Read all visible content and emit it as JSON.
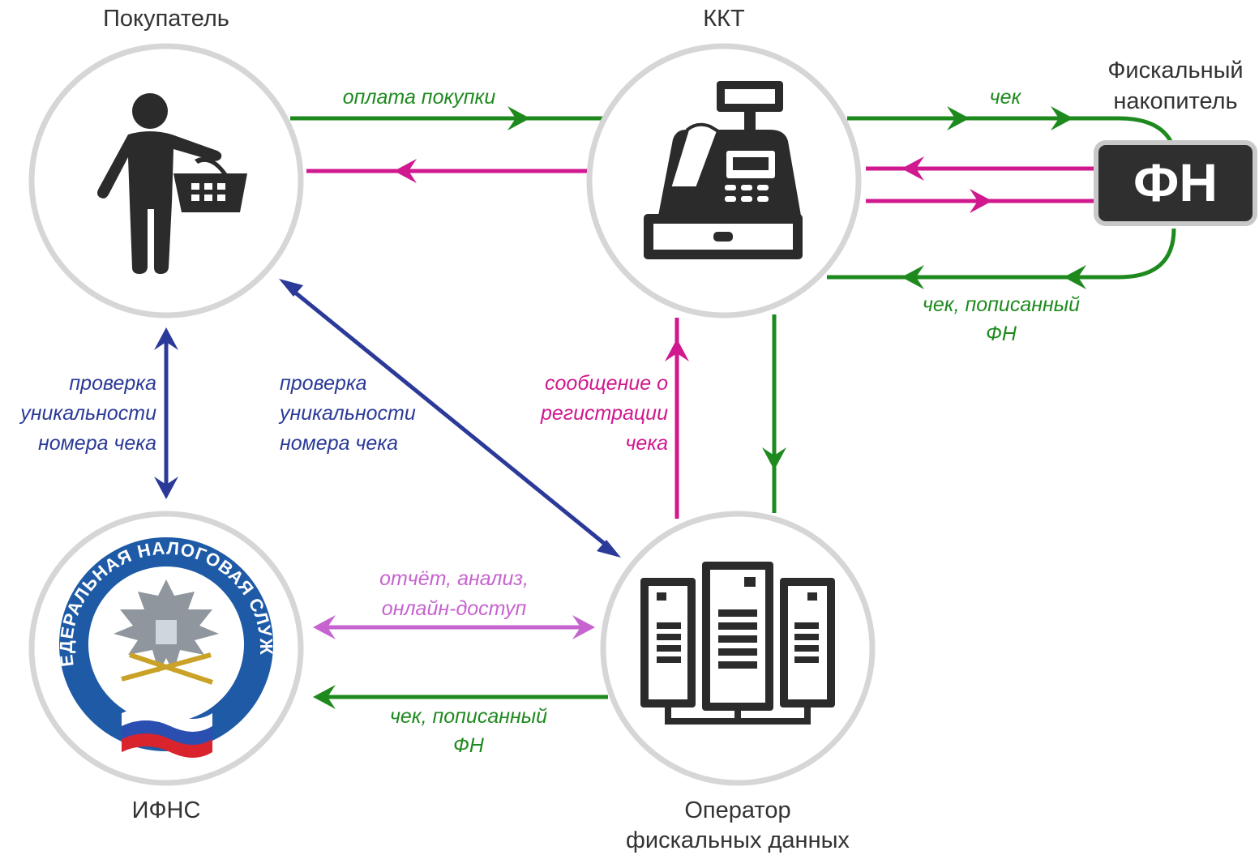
{
  "nodes": {
    "buyer": {
      "label": "Покупатель",
      "icon": "buyer-with-basket-icon"
    },
    "kkt": {
      "label": "ККТ",
      "icon": "cash-register-icon"
    },
    "fn": {
      "label_lines": [
        "Фискальный",
        "накопитель"
      ],
      "badge": "ФН"
    },
    "ifns": {
      "label": "ИФНС",
      "icon": "fns-emblem-icon",
      "emblem_text": "ФЕДЕРАЛЬНАЯ НАЛОГОВАЯ СЛУЖБА"
    },
    "ofd": {
      "label_lines": [
        "Оператор",
        "фискальных данных"
      ],
      "icon": "server-rack-icon"
    }
  },
  "edges": {
    "payment": {
      "label": "оплата покупки"
    },
    "receipt_to_fn": {
      "label": "чек"
    },
    "receipt_signed_from_fn": {
      "label_lines": [
        "чек, пописанный",
        "ФН"
      ]
    },
    "uniqueness_check_left": {
      "label_lines": [
        "проверка",
        "уникальности",
        "номера чека"
      ]
    },
    "uniqueness_check_diag": {
      "label_lines": [
        "проверка",
        "уникальности",
        "номера чека"
      ]
    },
    "registration_message": {
      "label_lines": [
        "сообщение о",
        "регистрации",
        "чека"
      ]
    },
    "report_access": {
      "label_lines": [
        "отчёт, анализ,",
        "онлайн-доступ"
      ]
    },
    "receipt_signed_to_ifns": {
      "label_lines": [
        "чек, пописанный",
        "ФН"
      ]
    }
  },
  "colors": {
    "green": "#1e8a1e",
    "magenta": "#d0188f",
    "blue": "#2b3a98",
    "violet": "#c663cf",
    "circle_border": "#d6d6d6",
    "icon_dark": "#2b2b2b",
    "fn_badge_bg": "#2f2f2f",
    "fn_badge_border": "#c8c8c8"
  }
}
